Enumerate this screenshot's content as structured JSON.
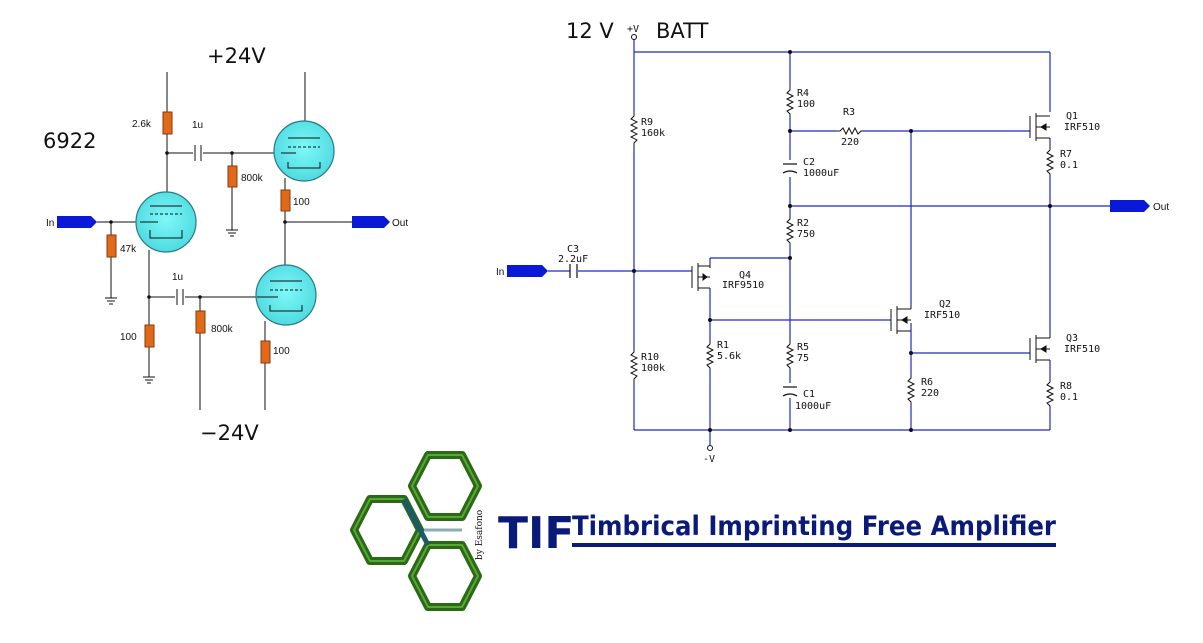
{
  "tube_circuit": {
    "title": "6922",
    "supply_pos": "+24V",
    "supply_neg": "−24V",
    "in_label": "In",
    "out_label": "Out",
    "r_top": "2.6k",
    "c_top": "1u",
    "r_800k_a": "800k",
    "r_100_a": "100",
    "r_47k": "47k",
    "c_bot": "1u",
    "r_100_b": "100",
    "r_800k_b": "800k",
    "r_100_c": "100"
  },
  "mosfet_circuit": {
    "supply_label": "12 V",
    "vplus": "+V",
    "batt": "BATT",
    "vminus": "-V",
    "in_label": "In",
    "out_label": "Out",
    "c3_name": "C3",
    "c3_val": "2.2uF",
    "r9_name": "R9",
    "r9_val": "160k",
    "r10_name": "R10",
    "r10_val": "100k",
    "r4_name": "R4",
    "r4_val": "100",
    "r3_name": "R3",
    "r3_val": "220",
    "c2_name": "C2",
    "c2_val": "1000uF",
    "r2_name": "R2",
    "r2_val": "750",
    "q4_name": "Q4",
    "q4_val": "IRF9510",
    "r1_name": "R1",
    "r1_val": "5.6k",
    "r5_name": "R5",
    "r5_val": "75",
    "c1_name": "C1",
    "c1_val": "1000uF",
    "q1_name": "Q1",
    "q1_val": "IRF510",
    "r7_name": "R7",
    "r7_val": "0.1",
    "q2_name": "Q2",
    "q2_val": "IRF510",
    "q3_name": "Q3",
    "q3_val": "IRF510",
    "r6_name": "R6",
    "r6_val": "220",
    "r8_name": "R8",
    "r8_val": "0.1"
  },
  "logo": {
    "byline": "by Esafono",
    "acronym": "TIF",
    "tagline": "Timbrical Imprinting Free Amplifier",
    "colors": {
      "hex_green": "#2a6a16",
      "accent_blue": "#0a1a78"
    }
  },
  "colors": {
    "tube_fill": "#66f0f0",
    "resistor_fill": "#e06a1a",
    "arrow_fill": "#0a18d8"
  }
}
